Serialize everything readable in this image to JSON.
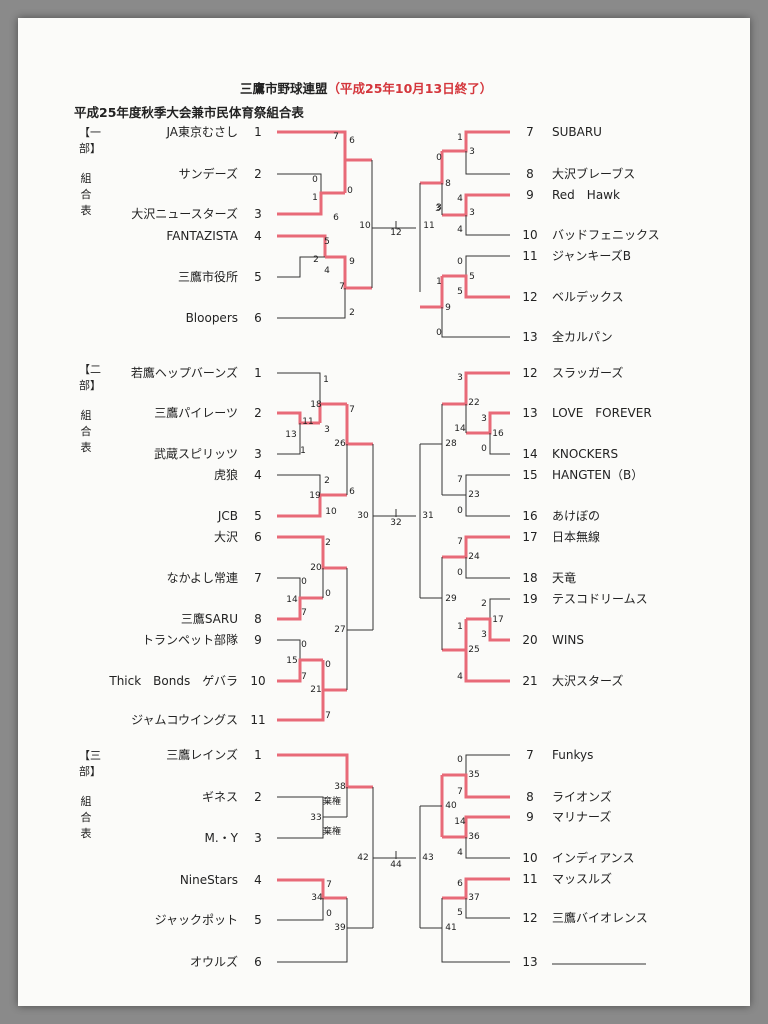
{
  "header": {
    "title_main": "三鷹市野球連盟",
    "title_date": "（平成25年10月13日終了）",
    "subtitle": "平成25年度秋季大会兼市民体育祭組合表"
  },
  "divisions": [
    {
      "label": "【一部】",
      "sub": "組合表"
    },
    {
      "label": "【二部】",
      "sub": "組合表"
    },
    {
      "label": "【三部】",
      "sub": "組合表"
    }
  ],
  "div1": {
    "left": [
      {
        "seed": "1",
        "name": "JA東京むさし"
      },
      {
        "seed": "2",
        "name": "サンデーズ"
      },
      {
        "seed": "3",
        "name": "大沢ニュースターズ"
      },
      {
        "seed": "4",
        "name": "FANTAZISTA"
      },
      {
        "seed": "5",
        "name": "三鷹市役所"
      },
      {
        "seed": "6",
        "name": "Bloopers"
      }
    ],
    "right": [
      {
        "seed": "7",
        "name": "SUBARU"
      },
      {
        "seed": "8",
        "name": "大沢ブレーブス"
      },
      {
        "seed": "9",
        "name": "Red　Hawk"
      },
      {
        "seed": "10",
        "name": "バッドフェニックス"
      },
      {
        "seed": "11",
        "name": "ジャンキーズB"
      },
      {
        "seed": "12",
        "name": "ベルデックス"
      },
      {
        "seed": "13",
        "name": "全カルパン"
      }
    ],
    "final_left": "10",
    "final_mid": "12",
    "final_right": "11"
  },
  "div2": {
    "left": [
      {
        "seed": "1",
        "name": "若鷹ヘップバーンズ"
      },
      {
        "seed": "2",
        "name": "三鷹パイレーツ"
      },
      {
        "seed": "3",
        "name": "武蔵スピリッツ"
      },
      {
        "seed": "4",
        "name": "虎狼"
      },
      {
        "seed": "5",
        "name": "JCB"
      },
      {
        "seed": "6",
        "name": "大沢"
      },
      {
        "seed": "7",
        "name": "なかよし常連"
      },
      {
        "seed": "8",
        "name": "三鷹SARU"
      },
      {
        "seed": "9",
        "name": "トランペット部隊"
      },
      {
        "seed": "10",
        "name": "Thick　Bonds　ゲバラ"
      },
      {
        "seed": "11",
        "name": "ジャムコウイングス"
      }
    ],
    "right": [
      {
        "seed": "12",
        "name": "スラッガーズ"
      },
      {
        "seed": "13",
        "name": "LOVE　FOREVER"
      },
      {
        "seed": "14",
        "name": "KNOCKERS"
      },
      {
        "seed": "15",
        "name": "HANGTEN（B）"
      },
      {
        "seed": "16",
        "name": "あけぼの"
      },
      {
        "seed": "17",
        "name": "日本無線"
      },
      {
        "seed": "18",
        "name": "天竜"
      },
      {
        "seed": "19",
        "name": "テスコドリームス"
      },
      {
        "seed": "20",
        "name": "WINS"
      },
      {
        "seed": "21",
        "name": "大沢スターズ"
      }
    ],
    "final_left": "30",
    "final_mid": "32",
    "final_right": "31"
  },
  "div3": {
    "left": [
      {
        "seed": "1",
        "name": "三鷹レインズ"
      },
      {
        "seed": "2",
        "name": "ギネス"
      },
      {
        "seed": "3",
        "name": "M.・Y"
      },
      {
        "seed": "4",
        "name": "NineStars"
      },
      {
        "seed": "5",
        "name": "ジャックポット"
      },
      {
        "seed": "6",
        "name": "オウルズ"
      }
    ],
    "right": [
      {
        "seed": "7",
        "name": "Funkys"
      },
      {
        "seed": "8",
        "name": "ライオンズ"
      },
      {
        "seed": "9",
        "name": "マリナーズ"
      },
      {
        "seed": "10",
        "name": "インディアンス"
      },
      {
        "seed": "11",
        "name": "マッスルズ"
      },
      {
        "seed": "12",
        "name": "三鷹バイオレンス"
      },
      {
        "seed": "13",
        "name": ""
      }
    ],
    "final_left": "42",
    "final_mid": "44",
    "final_right": "43",
    "forfeit": "棄権"
  },
  "scores": {
    "d1_m1_a": "0",
    "d1_m1_b": "1",
    "d1_m1_c": "6",
    "d1_m2_a": "7",
    "d1_m2_b": "6",
    "d1_m2_c": "0",
    "d1_m3_a": "5",
    "d1_m3_b": "2",
    "d1_m3_c": "4",
    "d1_m4_a": "9",
    "d1_m4_b": "7",
    "d1_m4_c": "2",
    "d1_r1_a": "1",
    "d1_r1_b": "3",
    "d1_r1_c": "0",
    "d1_r2_a": "4",
    "d1_r2_b": "3",
    "d1_r2_c": "4",
    "d1_r2_d": "3",
    "d1_r3_a": "8",
    "d1_r3_b": "3",
    "d1_r4_a": "0",
    "d1_r4_b": "5",
    "d1_r4_c": "1",
    "d1_r4_d": "5",
    "d1_r5_a": "9",
    "d1_r5_b": "0",
    "d2_a1": "1",
    "d2_a2": "11",
    "d2_a3": "3",
    "d2_a4": "13",
    "d2_a5": "1",
    "d2_a6": "18",
    "d2_a7": "7",
    "d2_a8": "26",
    "d2_b1": "2",
    "d2_b2": "19",
    "d2_b3": "10",
    "d2_b4": "6",
    "d2_c1": "2",
    "d2_c2": "20",
    "d2_c3": "0",
    "d2_c4": "0",
    "d2_c5": "14",
    "d2_c6": "7",
    "d2_d1": "0",
    "d2_d2": "15",
    "d2_d3": "7",
    "d2_d4": "0",
    "d2_d5": "21",
    "d2_d6": "7",
    "d2_d7": "27",
    "d2_r1": "3",
    "d2_r2": "22",
    "d2_r3": "3",
    "d2_r4": "14",
    "d2_r5": "16",
    "d2_r6": "0",
    "d2_r7": "28",
    "d2_r8": "7",
    "d2_r9": "23",
    "d2_r10": "0",
    "d2_r11": "7",
    "d2_r12": "24",
    "d2_r13": "0",
    "d2_r14": "2",
    "d2_r15": "17",
    "d2_r16": "1",
    "d2_r17": "3",
    "d2_r18": "25",
    "d2_r19": "4",
    "d2_r20": "29",
    "d3_a1": "38",
    "d3_a2": "33",
    "d3_b1": "7",
    "d3_b2": "34",
    "d3_b3": "0",
    "d3_b4": "39",
    "d3_r1": "0",
    "d3_r2": "35",
    "d3_r3": "7",
    "d3_r4": "40",
    "d3_r5": "14",
    "d3_r6": "36",
    "d3_r7": "4",
    "d3_r8": "6",
    "d3_r9": "37",
    "d3_r10": "5",
    "d3_r11": "41"
  }
}
